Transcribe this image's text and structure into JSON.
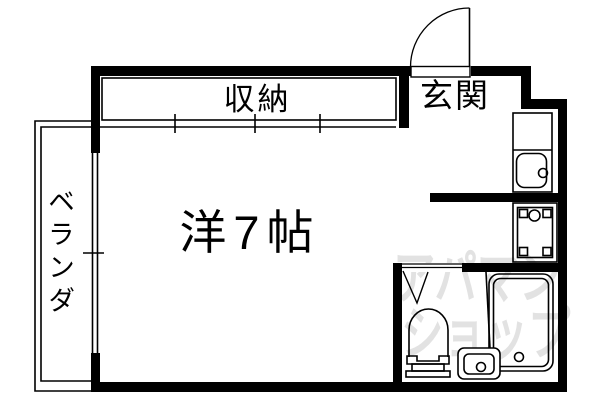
{
  "floorplan": {
    "type": "apartment-room-layout",
    "labels": {
      "storage": "収納",
      "entrance": "玄関",
      "main_room": "洋7帖",
      "veranda": "ベランダ"
    },
    "watermark": {
      "line1": "アパマン",
      "line2": "ショップ"
    },
    "fixtures": [
      "entry-door-swing",
      "closet-sliding-door",
      "kitchen-sink",
      "washing-machine-pan",
      "folding-door",
      "toilet",
      "washbasin",
      "bathtub",
      "veranda-railing",
      "window"
    ],
    "colors": {
      "wall": "#000000",
      "line": "#000000",
      "background": "#ffffff",
      "watermark": "#e2e2e2"
    }
  }
}
